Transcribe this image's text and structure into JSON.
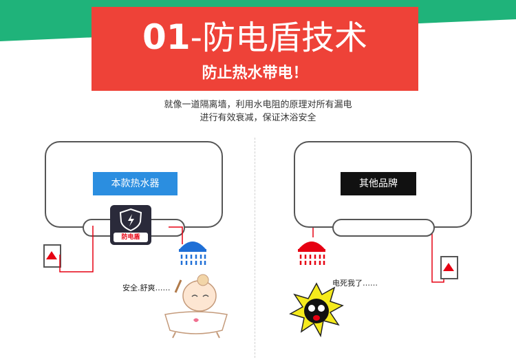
{
  "banner": {
    "number": "01",
    "title": "-防电盾技术",
    "subtitle": "防止热水带电！"
  },
  "description": {
    "line1": "就像一道隔离墙，利用水电阻的原理对所有漏电",
    "line2": "进行有效衰减，保证沐浴安全"
  },
  "left": {
    "label": "本款热水器",
    "badge_text": "防电盾",
    "caption": "安全.舒爽……"
  },
  "right": {
    "label": "其他品牌",
    "caption": "电死我了……"
  },
  "colors": {
    "banner_red": "#ee4238",
    "green": "#1fb37a",
    "blue_label": "#2b8ee0",
    "black_label": "#111111",
    "shower_blue": "#1f6fd6",
    "shower_red": "#e60012",
    "wire_red": "#e60012"
  }
}
